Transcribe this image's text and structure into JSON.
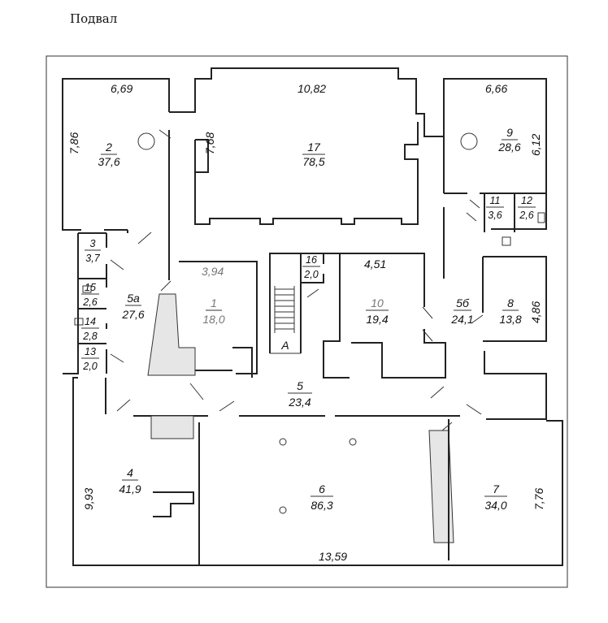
{
  "title": "Подвал",
  "stair_label": "А",
  "dimensions": {
    "d_669": "6,69",
    "d_1082": "10,82",
    "d_666": "6,66",
    "d_786": "7,86",
    "d_768": "7,68",
    "d_612": "6,12",
    "d_394": "3,94",
    "d_451": "4,51",
    "d_486": "4,86",
    "d_993": "9,93",
    "d_776": "7,76",
    "d_1359": "13,59"
  },
  "rooms": [
    {
      "num": "2",
      "area": "37,6"
    },
    {
      "num": "17",
      "area": "78,5"
    },
    {
      "num": "9",
      "area": "28,6"
    },
    {
      "num": "11",
      "area": "3,6"
    },
    {
      "num": "12",
      "area": "2,6"
    },
    {
      "num": "3",
      "area": "3,7"
    },
    {
      "num": "15",
      "area": "2,6"
    },
    {
      "num": "5а",
      "area": "27,6"
    },
    {
      "num": "14",
      "area": "2,8"
    },
    {
      "num": "13",
      "area": "2,0"
    },
    {
      "num": "1",
      "area": "18,0"
    },
    {
      "num": "16",
      "area": "2,0"
    },
    {
      "num": "10",
      "area": "19,4"
    },
    {
      "num": "5б",
      "area": "24,1"
    },
    {
      "num": "8",
      "area": "13,8"
    },
    {
      "num": "5",
      "area": "23,4"
    },
    {
      "num": "4",
      "area": "41,9"
    },
    {
      "num": "6",
      "area": "86,3"
    },
    {
      "num": "7",
      "area": "34,0"
    }
  ]
}
